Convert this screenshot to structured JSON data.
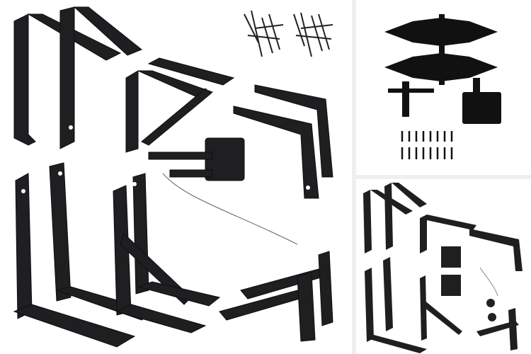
{
  "images": [
    {
      "subject": "main-kit",
      "icon": "bracket-gate-latch-kit"
    },
    {
      "subject": "hinges-latch-screws",
      "icon": "strap-hinge-set"
    },
    {
      "subject": "kit-overview",
      "icon": "bracket-kit-thumbnail"
    }
  ],
  "colors": {
    "hardware": "#1c1c1e",
    "background": "#ffffff",
    "separator": "#efefef"
  }
}
